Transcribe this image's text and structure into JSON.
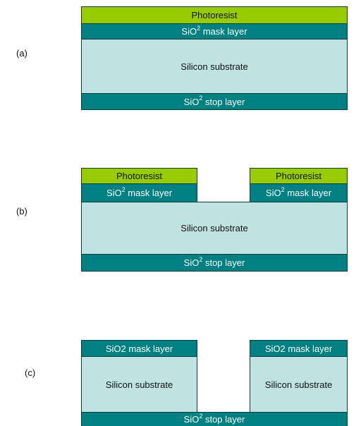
{
  "colors": {
    "photoresist": "#99cc00",
    "oxide": "#008080",
    "substrate": "#bfe2e3"
  },
  "panels": {
    "a": {
      "label": "(a)",
      "photoresist": "Photoresist",
      "mask_layer": "SiO",
      "mask_layer_sup": "2",
      "mask_layer_rest": " mask layer",
      "substrate": "Silicon  substrate",
      "stop_layer": "SiO",
      "stop_layer_sup": "2",
      "stop_layer_rest": " stop layer"
    },
    "b": {
      "label": "(b)",
      "photoresist_left": "Photoresist",
      "photoresist_right": "Photoresist",
      "mask_left": "SiO",
      "mask_left_sup": "2",
      "mask_left_rest": " mask layer",
      "mask_right": "SiO",
      "mask_right_sup": "2",
      "mask_right_rest": " mask layer",
      "substrate": "Silicon  substrate",
      "stop_layer": "SiO",
      "stop_layer_sup": "2",
      "stop_layer_rest": " stop layer"
    },
    "c": {
      "label": "(c)",
      "mask_left": "SiO2 mask layer",
      "mask_right": "SiO2 mask layer",
      "substrate_left": "Silicon  substrate",
      "substrate_right": "Silicon  substrate",
      "stop_layer": "SiO",
      "stop_layer_sup": "2",
      "stop_layer_rest": " stop layer"
    }
  }
}
